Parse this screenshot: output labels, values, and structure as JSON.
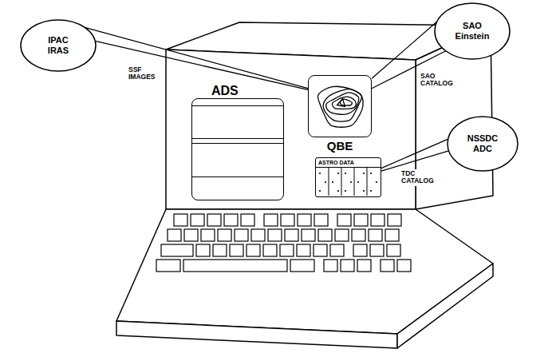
{
  "diagram": {
    "nodes": [
      {
        "text": [
          "IPAC IRAS"
        ]
      },
      {
        "text": [
          "SAO Einstein"
        ]
      },
      {
        "text": [
          "ADS"
        ]
      },
      {
        "text": [
          "QBE"
        ]
      },
      {
        "text": [
          "ASTRO DATA"
        ]
      },
      {
        "text": [
          "NSSDC ADC"
        ]
      }
    ],
    "edges": [
      {
        "from": 0,
        "to": 3,
        "label": "SSF IMAGES",
        "arrow": "none"
      },
      {
        "from": 1,
        "to": 3,
        "label": "SAO CATALOG",
        "arrow": "none"
      },
      {
        "from": 5,
        "to": 4,
        "label": "TDC CATALOG",
        "arrow": "none"
      }
    ]
  }
}
